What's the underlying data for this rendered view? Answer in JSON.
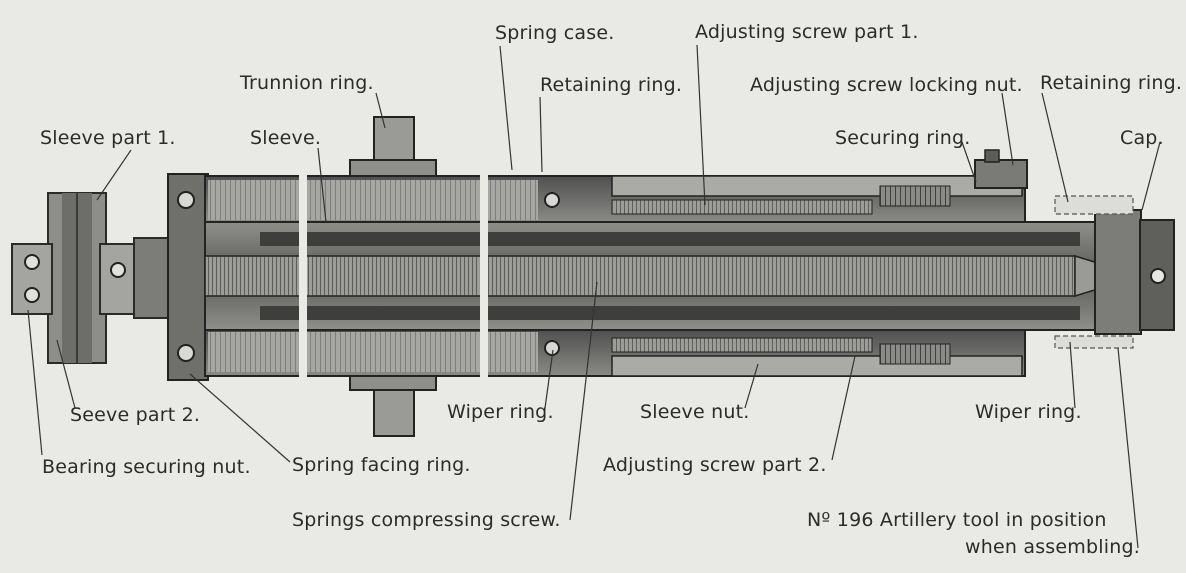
{
  "labels": {
    "spring_case": "Spring case.",
    "adjusting_screw_part_1": "Adjusting screw part 1.",
    "trunnion_ring": "Trunnion ring.",
    "retaining_ring_mid": "Retaining ring.",
    "adjusting_screw_locking_nut": "Adjusting screw locking nut.",
    "retaining_ring_right": "Retaining ring.",
    "sleeve_part_1": "Sleeve part 1.",
    "sleeve": "Sleeve.",
    "securing_ring": "Securing ring.",
    "cap": "Cap.",
    "sleeve_part_2": "Seeve part 2.",
    "wiper_ring_left": "Wiper ring.",
    "sleeve_nut": "Sleeve nut.",
    "wiper_ring_right": "Wiper ring.",
    "bearing_securing_nut": "Bearing securing nut.",
    "spring_facing_ring": "Spring facing ring.",
    "adjusting_screw_part_2": "Adjusting screw part 2.",
    "springs_compressing_screw": "Springs compressing screw.",
    "artillery_tool_line1": "Nº 196 Artillery tool in position",
    "artillery_tool_line2": "when assembling."
  },
  "colors": {
    "paper": "#e9e9e5",
    "ink": "#2b2b2b",
    "steel_dark": "#3a3a3a",
    "steel_mid": "#6e6e6e",
    "steel_light": "#b4b4b0"
  }
}
